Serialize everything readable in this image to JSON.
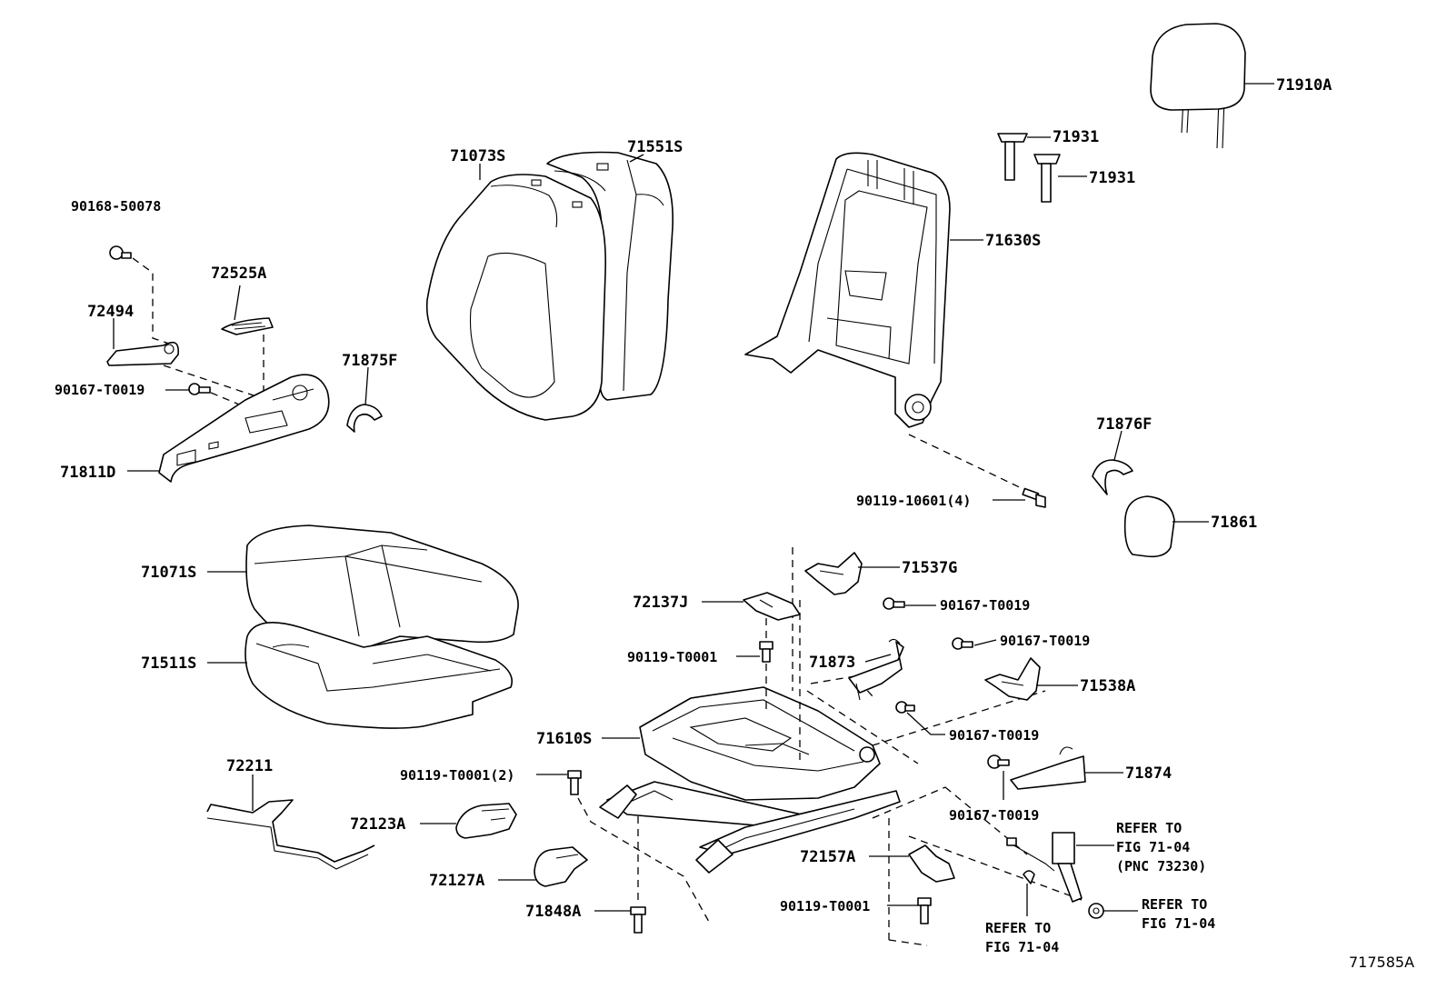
{
  "diagram_id": "717585A",
  "labels": {
    "headrest": "71910A",
    "guide_1": "71931",
    "guide_2": "71931",
    "back_cover": "71073S",
    "back_pad": "71551S",
    "back_frame": "71630S",
    "screw_top": "90168-50078",
    "shield_cover": "72525A",
    "knob": "72494",
    "screw_shield": "90167-T0019",
    "cover_f_left": "71875F",
    "shield_outer": "71811D",
    "cover_f_right": "71876F",
    "bolt_back": "90119-10601(4)",
    "recliner_cover": "71861",
    "cushion_cover": "71071S",
    "cushion_pad": "71511S",
    "seat_frame": "71610S",
    "bracket_71537g": "71537G",
    "screw_71537g": "90167-T0019",
    "cover_72137j": "72137J",
    "bolt_72137j": "90119-T0001",
    "hook_71873": "71873",
    "screw_right_upper": "90167-T0019",
    "bracket_71538a": "71538A",
    "screw_71873": "90167-T0019",
    "hook_71874": "71874",
    "screw_71874": "90167-T0019",
    "wire_72211": "72211",
    "bolt_front_2": "90119-T0001(2)",
    "cover_72123a": "72123A",
    "cover_72127a": "72127A",
    "cover_72157a": "72157A",
    "bolt_72157a": "90119-T0001",
    "cap_71848a": "71848A",
    "refer_belt_1": "REFER TO",
    "refer_belt_2": "FIG 71-04",
    "refer_belt_3": "(PNC 73230)",
    "refer_nut_1": "REFER TO",
    "refer_nut_2": "FIG 71-04",
    "refer_bottom_1": "REFER TO",
    "refer_bottom_2": "FIG 71-04"
  }
}
